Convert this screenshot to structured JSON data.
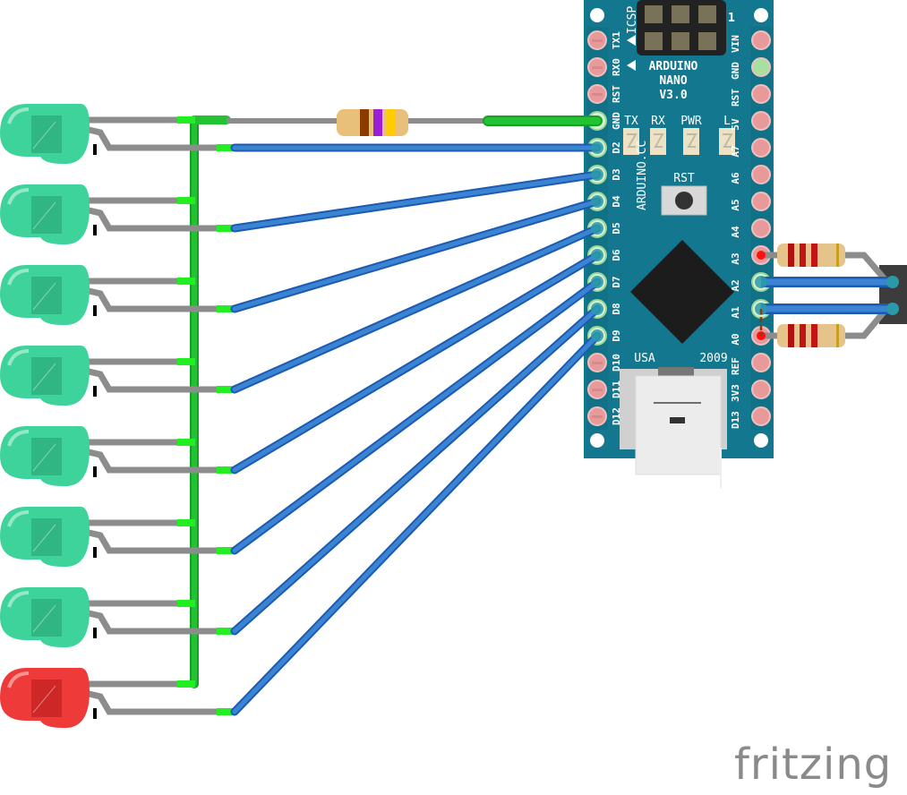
{
  "logo": {
    "text": "fritzing"
  },
  "colors": {
    "board": "#13788f",
    "board_dark": "#0f6478",
    "wire_blue": "#3b84d4",
    "wire_blue_edge": "#1c5bb0",
    "wire_green": "#22c232",
    "wire_green_edge": "#17a026",
    "leg_gray": "#8c8c8c",
    "led_green": "#3ed39a",
    "led_green_dark": "#2aaa78",
    "led_red": "#ef3a3a",
    "led_red_dark": "#c02020",
    "pin_red": "#e89a9a",
    "pin_green": "#a8e0a0",
    "chip": "#1c1c1c"
  },
  "arduino": {
    "title_lines": [
      "ARDUINO",
      "NANO",
      "V3.0"
    ],
    "website": "ARDUINO.CC",
    "icsp_label": "ICSP",
    "icsp_pin1": "1",
    "reset_label": "RST",
    "country": "USA",
    "year": "2009",
    "leds": [
      "TX",
      "RX",
      "PWR",
      "L"
    ],
    "left_pins": [
      "TX1",
      "RX0",
      "RST",
      "GND",
      "D2",
      "D3",
      "D4",
      "D5",
      "D6",
      "D7",
      "D8",
      "D9",
      "D10",
      "D11",
      "D12"
    ],
    "right_pins": [
      "VIN",
      "GND",
      "RST",
      "5V",
      "A7",
      "A6",
      "A5",
      "A4",
      "A3",
      "A2",
      "A1",
      "A0",
      "REF",
      "3V3",
      "D13"
    ]
  },
  "leds": [
    {
      "color": "green",
      "signal_pin": "D2"
    },
    {
      "color": "green",
      "signal_pin": "D3"
    },
    {
      "color": "green",
      "signal_pin": "D4"
    },
    {
      "color": "green",
      "signal_pin": "D5"
    },
    {
      "color": "green",
      "signal_pin": "D6"
    },
    {
      "color": "green",
      "signal_pin": "D7"
    },
    {
      "color": "green",
      "signal_pin": "D8"
    },
    {
      "color": "red",
      "signal_pin": "D9"
    }
  ],
  "current_limit_resistor": {
    "bands": [
      "#8b3a00",
      "#9b1fd6",
      "#ffcc00"
    ],
    "connects_to": "GND"
  },
  "sensor_resistors": [
    {
      "pin": "A3",
      "bands": [
        "#b01010",
        "#c21414",
        "#c21414"
      ]
    },
    {
      "pin": "A0",
      "bands": [
        "#b01010",
        "#c21414",
        "#c21414"
      ]
    }
  ],
  "sensor_wires": [
    "A2",
    "A1"
  ]
}
